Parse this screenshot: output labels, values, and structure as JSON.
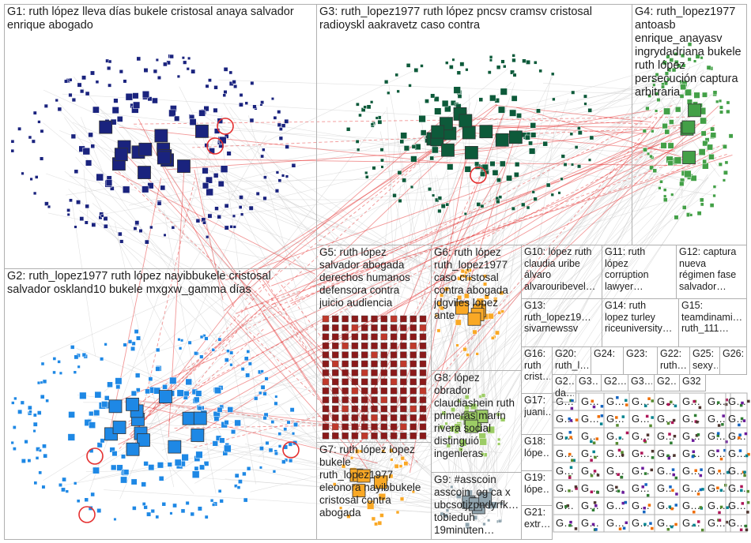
{
  "colors": {
    "background": "#ffffff",
    "box_border": "#b0b0b0",
    "edge_gray": "#c8c8c8",
    "edge_red": "#e53030",
    "g1_nodes": "#1a237e",
    "g2_nodes": "#1e88e5",
    "g3_nodes": "#0d5a3a",
    "g4_nodes": "#43a047",
    "g5_nodes": "#8b1a1a",
    "g6_nodes": "#f9a825",
    "g8_nodes": "#9ccc65",
    "g9_nodes": "#90a4ae"
  },
  "groups": [
    {
      "id": "G1",
      "label": "G1: ruth lópez lleva días bukele cristosal anaya salvador\nenrique abogado"
    },
    {
      "id": "G2",
      "label": "G2: ruth_lopez1977 ruth lópez nayibbukele cristosal\nsalvador oskland10 bukele mxgxw_gamma días"
    },
    {
      "id": "G3",
      "label": "G3: ruth_lopez1977 ruth lópez pncsv cramsv cristosal\nradioyskl aakravetz caso contra"
    },
    {
      "id": "G4",
      "label": "G4: ruth_lopez1977\nantoasb\nenrique_anayasv\ningrydadriana bukele\nruth lópez\npersecución captura\narbitraria"
    },
    {
      "id": "G5",
      "label": "G5: ruth lópez\nsalvador abogada\nderechos humanos\ndefensora contra\njuicio audiencia"
    },
    {
      "id": "G6",
      "label": "G6: ruth lópez\nruth_lopez1977\ncaso cristosal\ncontra abogada\njdgviles lopez\nante"
    },
    {
      "id": "G7",
      "label": "G7: ruth lópez lopez\nbukele\nruth_lopez1977\neleonora nayibbukele\ncristosal contra\nabogada"
    },
    {
      "id": "G8",
      "label": "G8: lópez\nobrador\nclaudiashein ruth\nprimeras marín\nrivera social\ndistinguió\ningenieras"
    },
    {
      "id": "G9",
      "label": "G9: #asscoin\nasscoin_og ca x\nubcsotjzpndyrfk…\ntobieduh\n19minuten…"
    },
    {
      "id": "G10",
      "label": "G10: lópez ruth\nclaudia uribe\nálvaro\nalvarouribevel…"
    },
    {
      "id": "G11",
      "label": "G11: ruth\nlópez\ncorruption\nlawyer…"
    },
    {
      "id": "G12",
      "label": "G12: captura\nnueva\nrégimen fase\nsalvador…"
    },
    {
      "id": "G13",
      "label": "G13:\nruth_lopez19…\nsivarnewssv"
    },
    {
      "id": "G14",
      "label": "G14: ruth\nlopez turley\nriceuniversity…"
    },
    {
      "id": "G15",
      "label": "G15:\nteamdinami…\nruth_111…"
    },
    {
      "id": "G16",
      "label": "G16:\nruth\ncrist…"
    },
    {
      "id": "G17",
      "label": "G17:\njuani…"
    },
    {
      "id": "G18",
      "label": "G18:\nlópe…"
    },
    {
      "id": "G19",
      "label": "G19:\nlópe…"
    },
    {
      "id": "G20",
      "label": "G20:\nruth_l…"
    },
    {
      "id": "G21",
      "label": "G21:\nextr…"
    },
    {
      "id": "G22",
      "label": "G22:\nruth…"
    },
    {
      "id": "G23",
      "label": "G23:"
    },
    {
      "id": "G24",
      "label": "G24:"
    },
    {
      "id": "G25",
      "label": "G25:\nsexy…"
    },
    {
      "id": "G26",
      "label": "G26:"
    },
    {
      "id": "G27",
      "label": "G2…\nda…"
    },
    {
      "id": "G28",
      "label": "G3…"
    },
    {
      "id": "G29",
      "label": "G2…"
    },
    {
      "id": "G30",
      "label": "G3…"
    },
    {
      "id": "G31",
      "label": "G2…"
    },
    {
      "id": "G32",
      "label": "G32"
    }
  ],
  "grid_cell_label": "G…"
}
